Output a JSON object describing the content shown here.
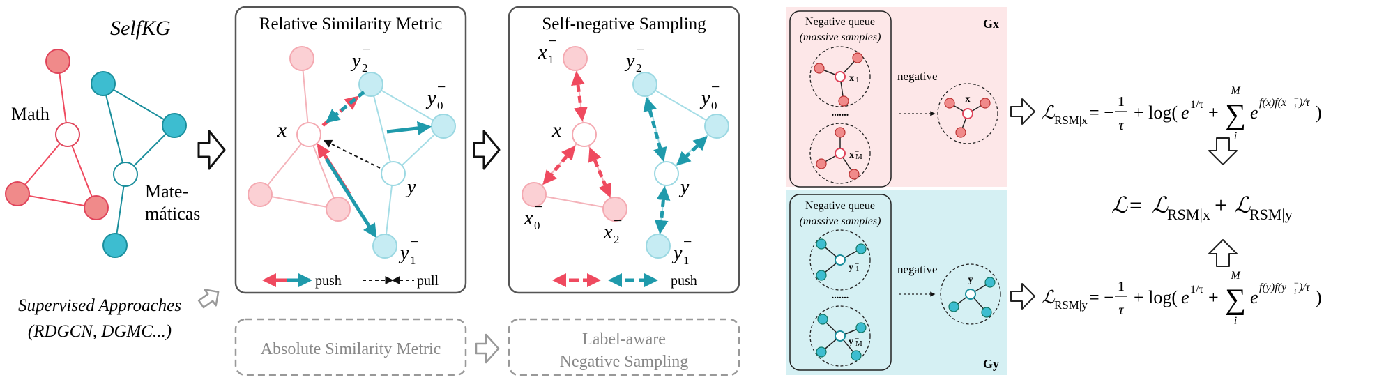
{
  "left": {
    "title": "SelfKG",
    "math_label": "Math",
    "matematicas_label_line1": "Mate-",
    "matematicas_label_line2": "máticas",
    "supervised_line1": "Supervised Approaches",
    "supervised_line2": "(RDGCN, DGMC...)",
    "absolute_metric": "Absolute Similarity Metric",
    "label_aware_line1": "Label-aware",
    "label_aware_line2": "Negative Sampling"
  },
  "rsm_panel": {
    "title": "Relative Similarity Metric",
    "x": "x",
    "y": "y",
    "push": "push",
    "pull": "pull"
  },
  "sns_panel": {
    "title": "Self-negative Sampling",
    "x": "x",
    "y": "y",
    "push": "push"
  },
  "queue": {
    "title_line1": "Negative queue",
    "title_line2": "(massive samples)",
    "negative_label": "negative",
    "gx_label": "Gx",
    "gy_label": "Gy",
    "x_node": "x",
    "y_node": "y"
  },
  "colors": {
    "pink": "#f08a8a",
    "pink_stroke": "#e0445a",
    "teal": "#3dbdd0",
    "teal_stroke": "#1a8e9c",
    "light_pink": "#fbd0d4",
    "light_teal": "#c6ecf3",
    "panel_pink_bg": "#fde7e8",
    "panel_teal_bg": "#d5f0f3"
  }
}
